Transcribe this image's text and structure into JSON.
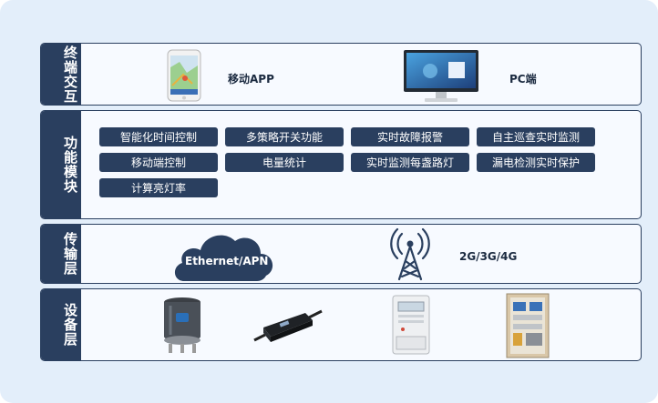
{
  "layers": {
    "terminal": {
      "label": "终端交互",
      "app_label": "移动APP",
      "pc_label": "PC端"
    },
    "function": {
      "label": "功能模块",
      "buttons": [
        "智能化时间控制",
        "多策略开关功能",
        "实时故障报警",
        "自主巡查实时监测",
        "移动端控制",
        "电量统计",
        "实时监测每盏路灯",
        "漏电检测实时保护",
        "计算亮灯率"
      ]
    },
    "transport": {
      "label": "传输层",
      "ethernet_label": "Ethernet/APN",
      "cellular_label": "2G/3G/4G"
    },
    "device": {
      "label": "设备层"
    }
  },
  "colors": {
    "panel_dark": "#2a3f5f",
    "background": "#e3eefa"
  }
}
